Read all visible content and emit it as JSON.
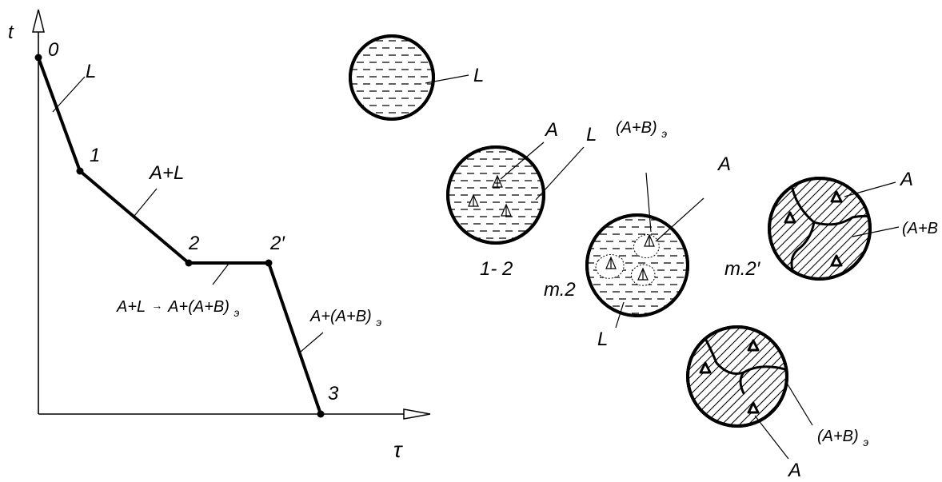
{
  "axes": {
    "y_label": "t",
    "x_label": "τ"
  },
  "points": {
    "p0": "0",
    "p1": "1",
    "p2": "2",
    "p2p": "2′",
    "p3": "3"
  },
  "segments": {
    "s01": "L",
    "s12": "A+L",
    "s22_main": "A+L",
    "s22_arrow": "→",
    "s22_result": "A+(A+B)",
    "s22_sub": "э",
    "s23_main": "A+(A+B)",
    "s23_sub": "э"
  },
  "micro": {
    "liquid": {
      "L": "L"
    },
    "stage12": {
      "A": "A",
      "L": "L",
      "caption": "1- 2"
    },
    "point2": {
      "eut_main": "(A+B)",
      "eut_sub": "э",
      "A": "A",
      "L": "L",
      "caption": "т.2"
    },
    "point2p": {
      "A": "A",
      "eut_main": "(A+B",
      "caption": "т.2′"
    },
    "final": {
      "eut_main": "(A+B)",
      "eut_sub": "э",
      "A": "A"
    }
  }
}
